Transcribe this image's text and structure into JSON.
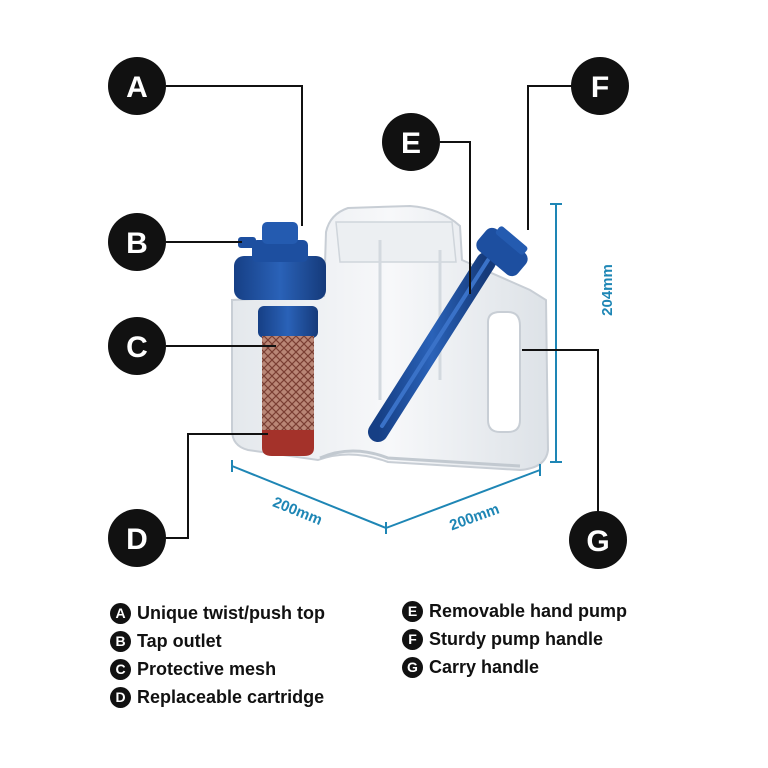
{
  "callouts": [
    {
      "letter": "A",
      "label": "Unique twist/push top"
    },
    {
      "letter": "B",
      "label": "Tap outlet"
    },
    {
      "letter": "C",
      "label": "Protective mesh"
    },
    {
      "letter": "D",
      "label": "Replaceable cartridge"
    },
    {
      "letter": "E",
      "label": "Removable hand pump"
    },
    {
      "letter": "F",
      "label": "Sturdy pump handle"
    },
    {
      "letter": "G",
      "label": "Carry handle"
    }
  ],
  "dimensions": {
    "height": "204mm",
    "width_left": "200mm",
    "width_right": "200mm"
  },
  "colors": {
    "callout_fill": "#111111",
    "dimension_line": "#1e86b5",
    "pump_blue": "#1d4fa0",
    "cartridge_red": "#a4322a",
    "container_white": "#f2f4f6"
  }
}
